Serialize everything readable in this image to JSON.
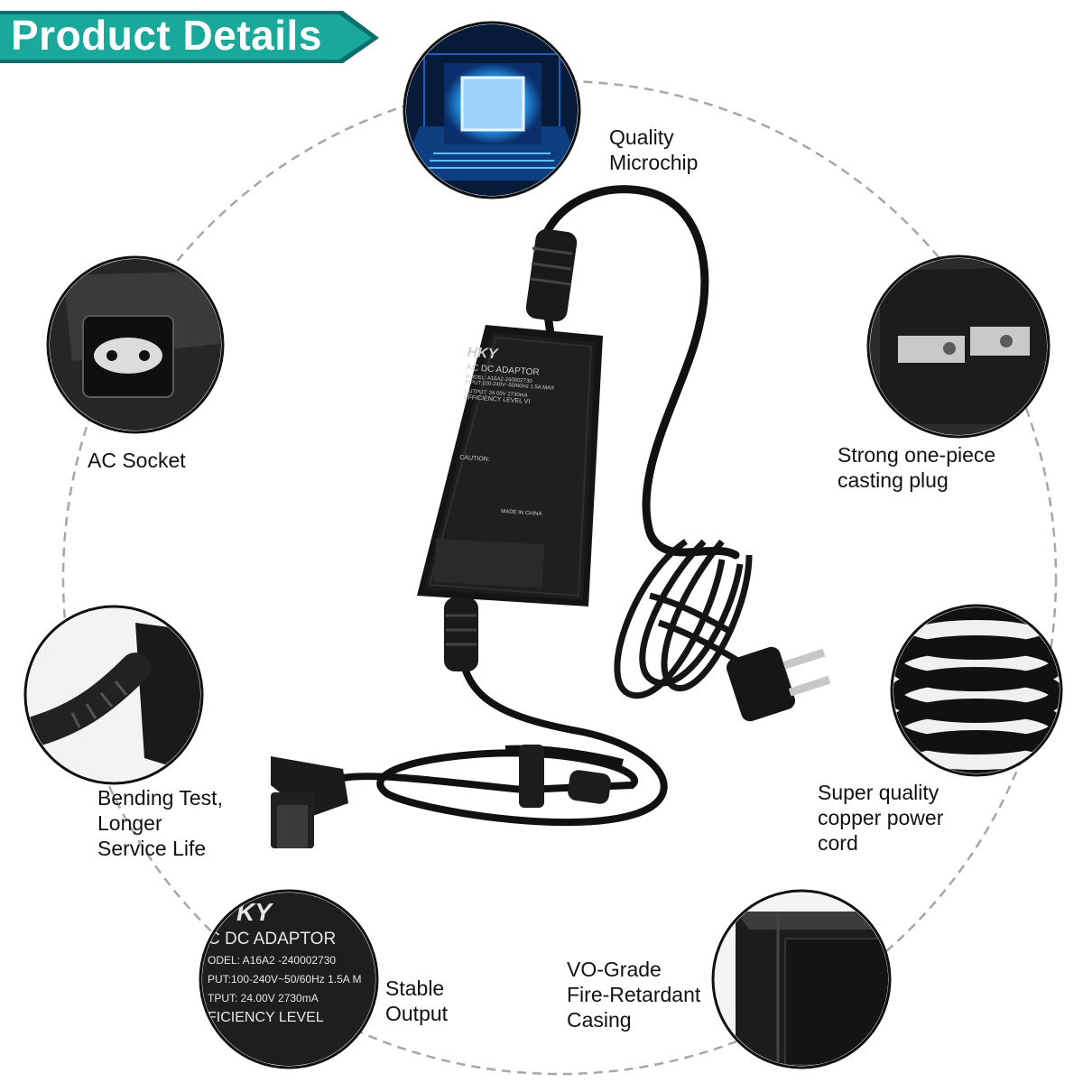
{
  "banner": {
    "title": "Product Details"
  },
  "colors": {
    "banner_teal": "#1aa89a",
    "banner_dark": "#0b6e6a",
    "chip_glow": "#26a6ff",
    "circle_dash": "#9a9a9a"
  },
  "features": {
    "microchip": {
      "line1": "Quality",
      "line2": "Microchip",
      "icon": "microchip-icon"
    },
    "ac_socket": {
      "line1": "AC Socket",
      "icon": "ac-socket-icon"
    },
    "plug": {
      "line1": "Strong one-piece",
      "line2": "casting plug",
      "icon": "plug-icon"
    },
    "bending": {
      "line1": "Bending Test,",
      "line2": "Longer",
      "line3": "Service Life",
      "icon": "strain-relief-icon"
    },
    "cord": {
      "line1": "Super quality",
      "line2": "copper power",
      "line3": "cord",
      "icon": "coiled-cord-icon"
    },
    "stable": {
      "line1": "Stable",
      "line2": "Output",
      "icon": "label-closeup-icon"
    },
    "casing": {
      "line1": "VO-Grade",
      "line2": "Fire-Retardant",
      "line3": "Casing",
      "icon": "casing-corner-icon"
    }
  },
  "adapter": {
    "brand": "HKY",
    "title": "AC DC ADAPTOR",
    "model": "MODEL: A16A2-240002730",
    "input": "INPUT:100-240V~50/60Hz 1.5A MAX",
    "output": "OUTPUT: 24.00V 2730mA",
    "efficiency": "EFFICIENCY LEVEL VI",
    "caution": "CAUTION:",
    "made_in": "MADE IN CHINA"
  },
  "closeup_label": {
    "brand": "KY",
    "title": "C DC ADAPTOR",
    "model": "ODEL:   A16A2 -240002730",
    "input": "PUT:100-240V~50/60Hz 1.5A M",
    "output": "TPUT:   24.00V  2730mA",
    "efficiency": "FICIENCY LEVEL"
  }
}
